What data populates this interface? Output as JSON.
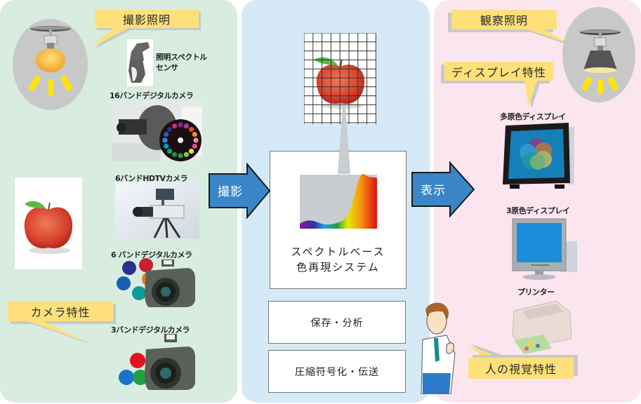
{
  "panels": {
    "capture": {
      "callout_illumination": "撮影照明",
      "sensor_label_line1": "照明スペクトル",
      "sensor_label_line2": "センサ",
      "camera_16band": "16バンドデジタルカメラ",
      "camera_6band_hdtv": "6バンドHDTVカメラ",
      "camera_6band": "6 バンドデジタルカメラ",
      "callout_camera": "カメラ特性",
      "camera_3band": "3バンドデジタルカメラ"
    },
    "system": {
      "main_box_line1": "スペクトルベース",
      "main_box_line2": "色再現システム",
      "storage_box": "保存・分析",
      "compression_box": "圧縮符号化・伝送"
    },
    "display": {
      "callout_illumination": "観察照明",
      "callout_display": "ディスプレイ特性",
      "multiprimary_display": "多原色ディスプレイ",
      "three_primary_display": "3原色ディスプレイ",
      "printer": "プリンター",
      "callout_vision": "人の視覚特性"
    }
  },
  "arrows": {
    "capture": "撮影",
    "display": "表示"
  },
  "icons": {
    "lamp_left": "ceiling-bulb-lamp-icon",
    "lamp_right": "ceiling-spot-lamp-icon",
    "apple": "apple-photo",
    "sensor": "spectral-sensor-photo",
    "camera_16band": "filter-wheel-camera-photo",
    "camera_hdtv": "hdtv-camera-photo",
    "dslr": "dslr-camera-icon",
    "monitor_multi": "plasma-display-icon",
    "monitor_three": "lcd-monitor-icon",
    "printer": "printer-icon",
    "person": "person-thinking-icon"
  },
  "colors": {
    "capture_bg": "#d8ece0",
    "system_bg": "#d5eaf6",
    "display_bg": "#fbe6ef",
    "callout": "#fde07a",
    "arrow": "#3a86c8",
    "lamp_light": "#ffe600"
  },
  "band_dots": {
    "band16": [
      "#7b2d8e",
      "#a3409c",
      "#e8492a",
      "#f08b3f",
      "#f18db0",
      "#e24d8e",
      "#f0e63a",
      "#8bc34a",
      "#2e9b48",
      "#1f8d3f",
      "#12a37a",
      "#00a0c8",
      "#2a8fd6",
      "#2f5fb3",
      "#27318f",
      "#c82b8a"
    ],
    "band6": [
      "#27318f",
      "#c8202e",
      "#e67820",
      "#1a5fb4",
      "#109a9a",
      "#78b828"
    ],
    "band3": [
      "#e0141e",
      "#1a73c8",
      "#20a040"
    ]
  }
}
